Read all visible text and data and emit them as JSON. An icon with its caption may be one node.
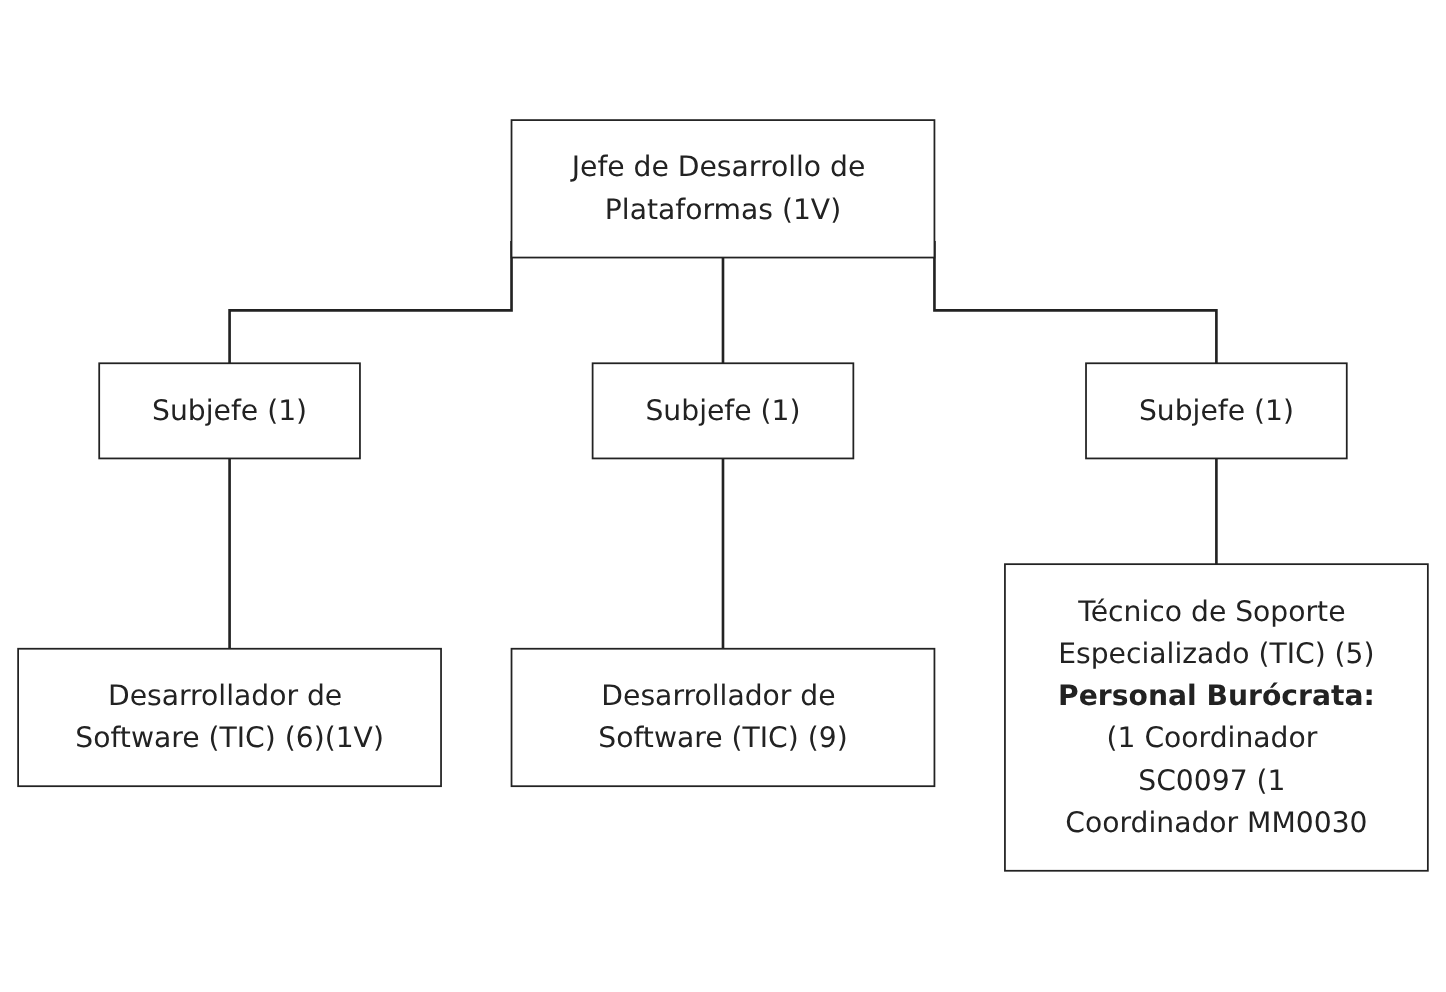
{
  "diagram": {
    "nodes": [
      {
        "text": [
          "Jefe de Desarrollo de Plataformas (1V)"
        ]
      },
      {
        "text": [
          "Subjefe (1)"
        ]
      },
      {
        "text": [
          "Subjefe (1)"
        ]
      },
      {
        "text": [
          "Subjefe (1)"
        ]
      },
      {
        "text": [
          "Desarrollador de Software (TIC) (6)(1V)"
        ]
      },
      {
        "text": [
          "Desarrollador de Software (TIC) (9)"
        ]
      },
      {
        "text": [
          "Técnico de Soporte Especializado (TIC) (5)",
          "Personal Burócrata:",
          "(1 Coordinador SC0097 (1 Coordinador MM0030"
        ]
      }
    ],
    "edges": [
      {
        "from": 0,
        "to": 1,
        "arrow": "none"
      },
      {
        "from": 0,
        "to": 2,
        "arrow": "none"
      },
      {
        "from": 0,
        "to": 3,
        "arrow": "none"
      },
      {
        "from": 1,
        "to": 4,
        "arrow": "none"
      },
      {
        "from": 2,
        "to": 5,
        "arrow": "none"
      },
      {
        "from": 3,
        "to": 6,
        "arrow": "none"
      }
    ]
  }
}
